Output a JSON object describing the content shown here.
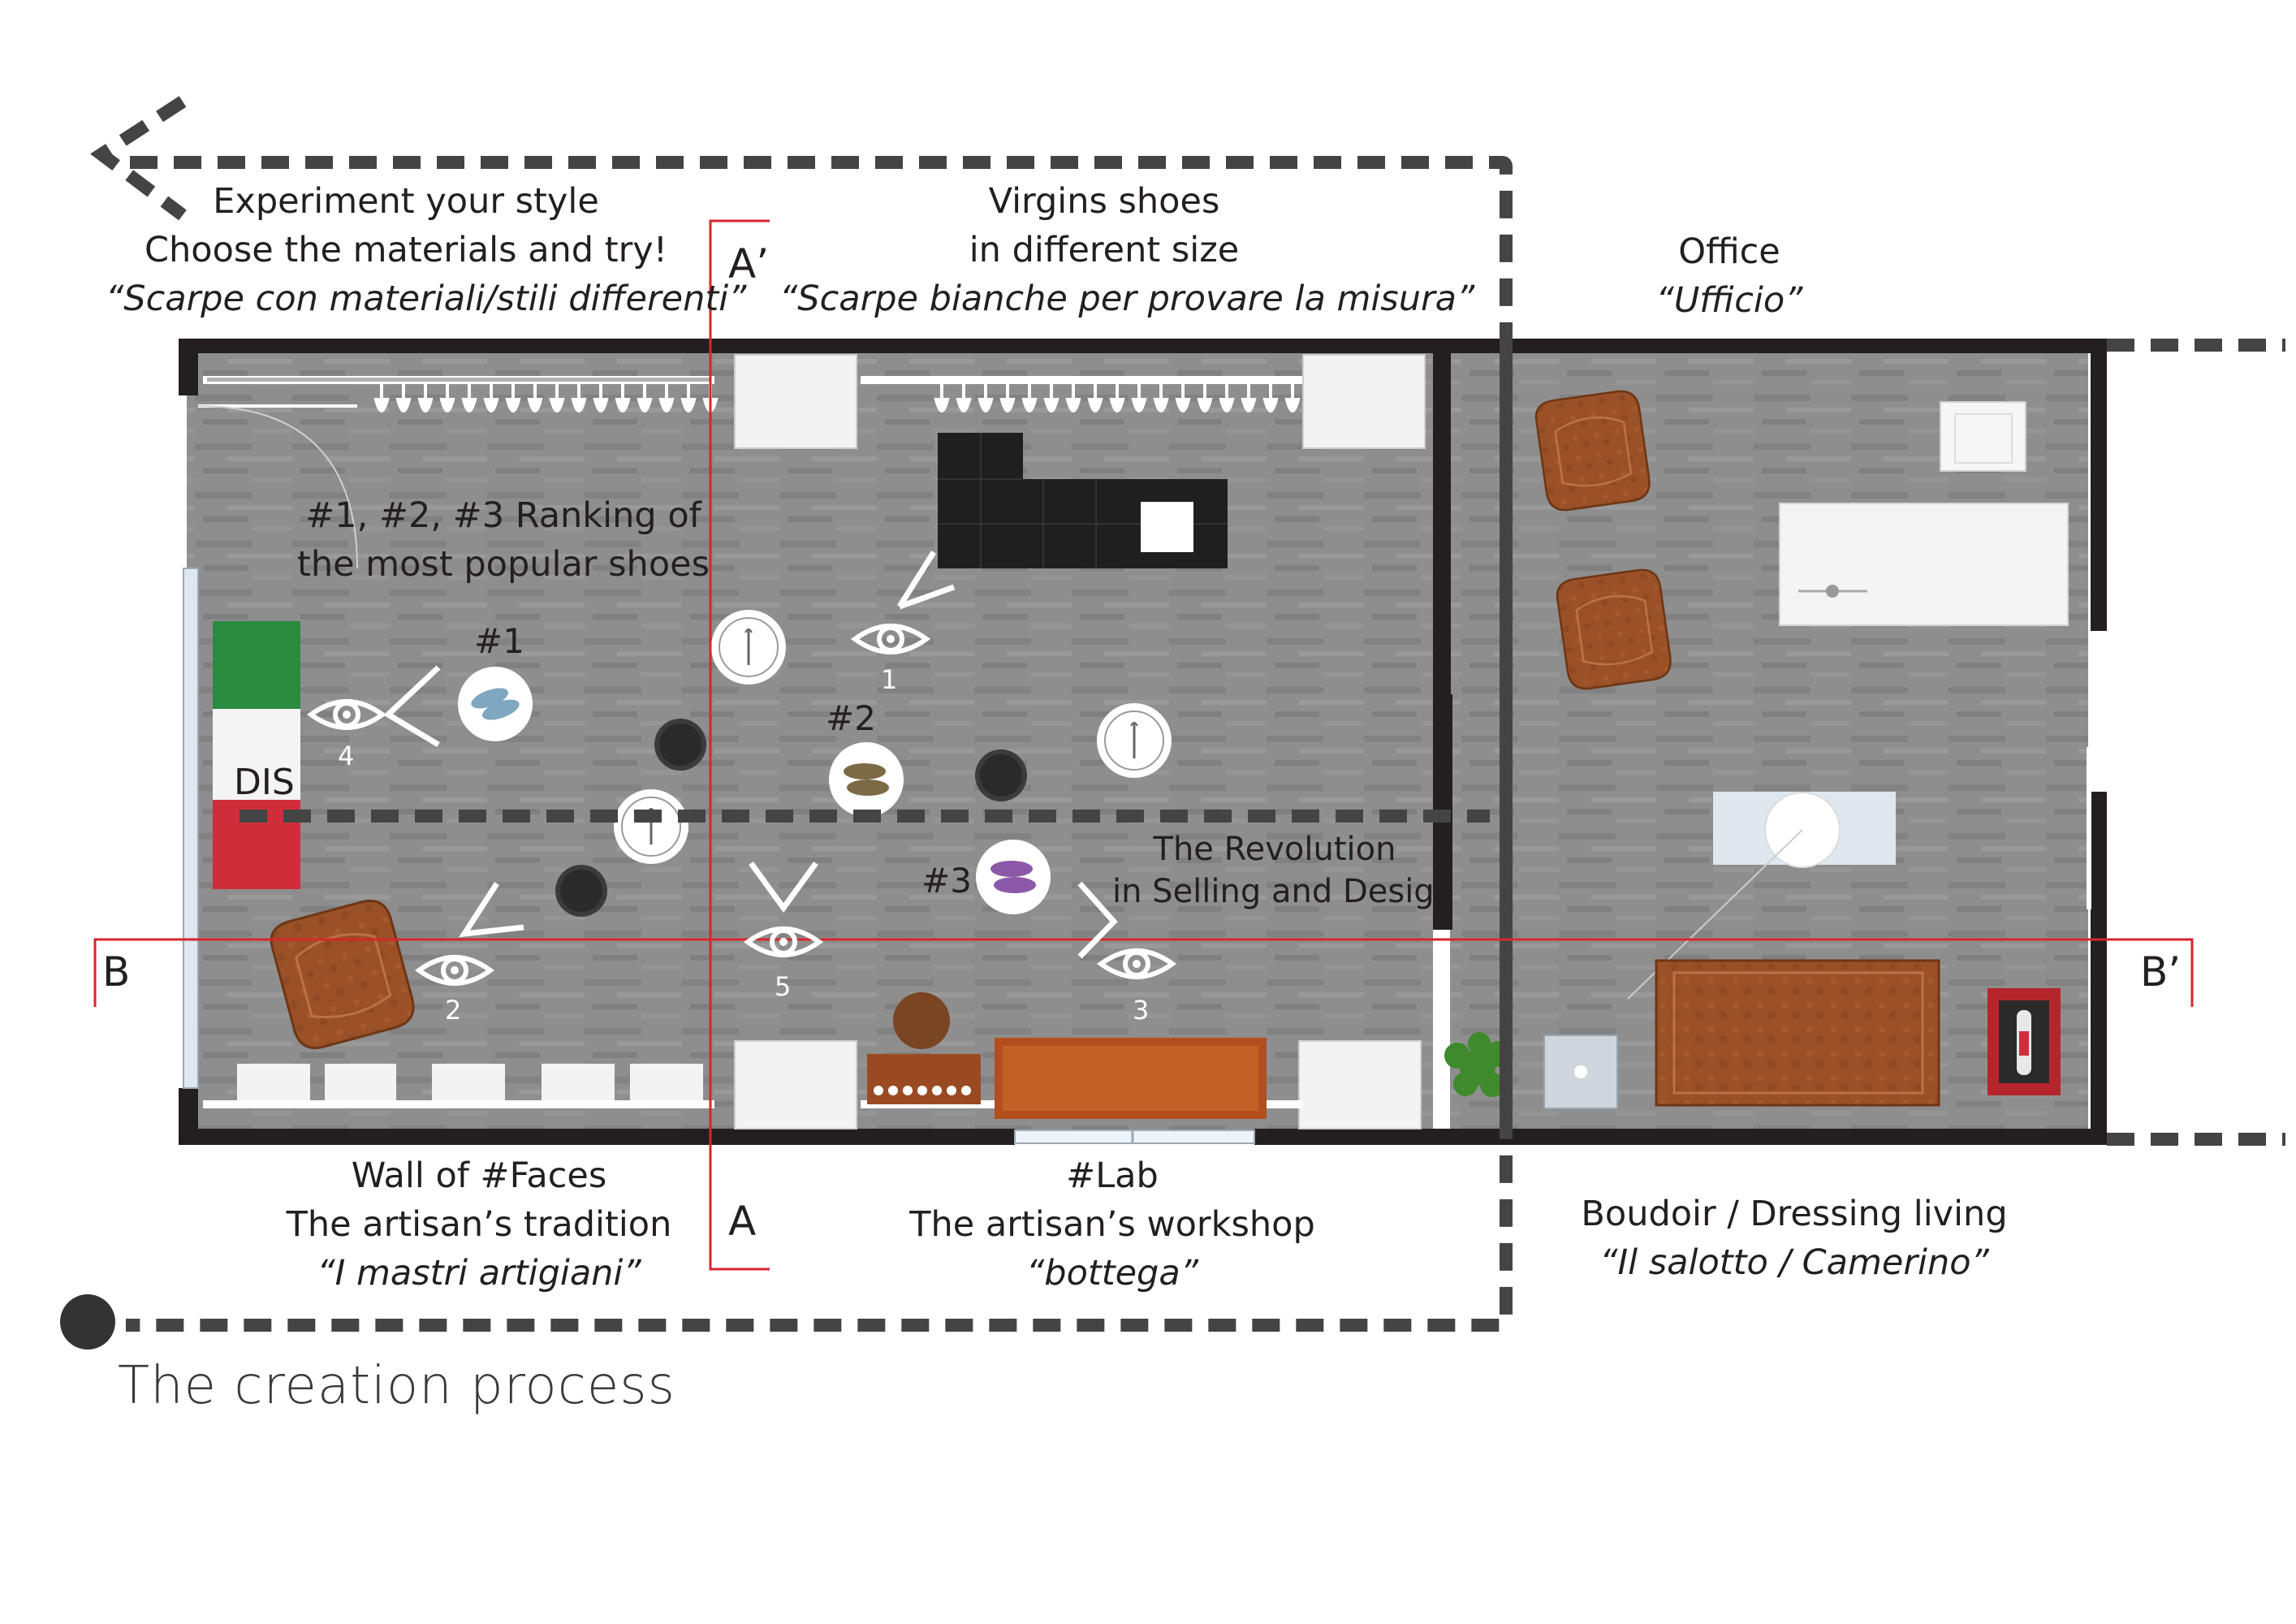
{
  "title": "The creation  process",
  "zones": {
    "experiment": {
      "line1": "Experiment your style",
      "line2": "Choose the materials and try!",
      "line3": "“Scarpe con materiali/stili differenti”"
    },
    "virgins": {
      "line1": "Virgins shoes",
      "line2": "in different size",
      "line3": "“Scarpe bianche per provare la misura”"
    },
    "office": {
      "line1": "Office",
      "line2": "“Ufficio”"
    },
    "ranking": {
      "line1": "#1, #2, #3 Ranking of",
      "line2": "the most popular shoes"
    },
    "revolution": {
      "line1": "The Revolution",
      "line2": "in Selling and Design"
    },
    "faces": {
      "line1": "Wall of #Faces",
      "line2": "The artisan’s tradition",
      "line3": "“I mastri artigiani”"
    },
    "lab": {
      "line1": "#Lab",
      "line2": "The artisan’s workshop",
      "line3": "“bottega”"
    },
    "boudoir": {
      "line1": "Boudoir / Dressing living",
      "line2": "“Il salotto / Camerino”"
    }
  },
  "sections": {
    "a_prime": "A’",
    "a": "A",
    "b": "B",
    "b_prime": "B’"
  },
  "ranks": {
    "r1": "#1",
    "r2": "#2",
    "r3": "#3"
  },
  "eyes": {
    "e1": "1",
    "e2": "2",
    "e3": "3",
    "e4": "4",
    "e5": "5"
  },
  "dis": "DIS",
  "colors": {
    "wall": "#231f20",
    "floor": "#8c8c8c",
    "path": "#444444",
    "section_line": "#d7262c",
    "leather": "#9a5128",
    "flag_green": "#2a8a3e",
    "flag_red": "#d02d3a"
  }
}
